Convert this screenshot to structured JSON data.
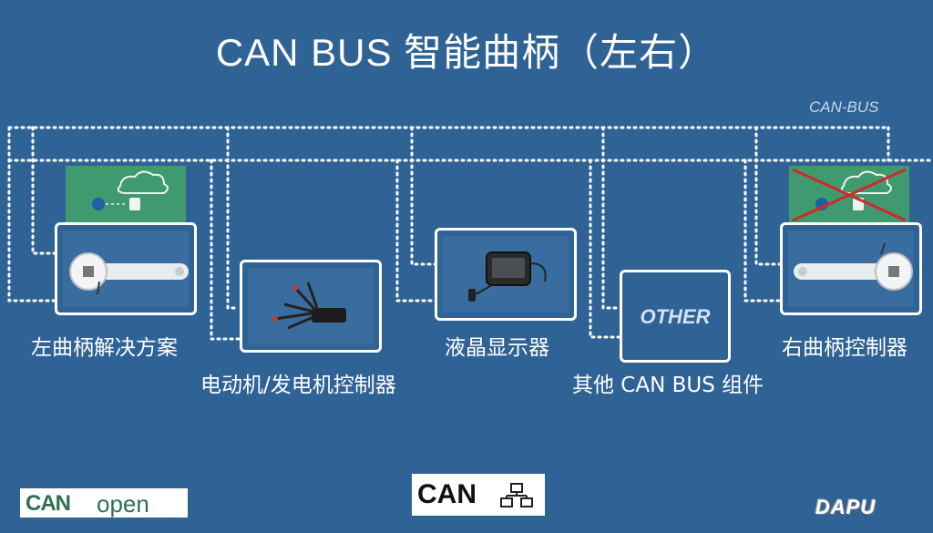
{
  "title": "CAN BUS 智能曲柄（左右）",
  "bus_label": "CAN-BUS",
  "nodes": {
    "left_crank": "左曲柄解决方案",
    "motor": "电动机/发电机控制器",
    "display": "液晶显示器",
    "other": "其他 CAN BUS 组件",
    "right_crank": "右曲柄控制器"
  },
  "other_box_text": "OTHER",
  "logos": {
    "canopen_left": "CAN",
    "canopen_right": "open",
    "can_main": "CAN",
    "dapu": "DAPU"
  },
  "colors": {
    "background": "#2f6396",
    "wire": "#ffffff",
    "app_panel": "#3f9a6f",
    "cross": "#d2282a"
  }
}
